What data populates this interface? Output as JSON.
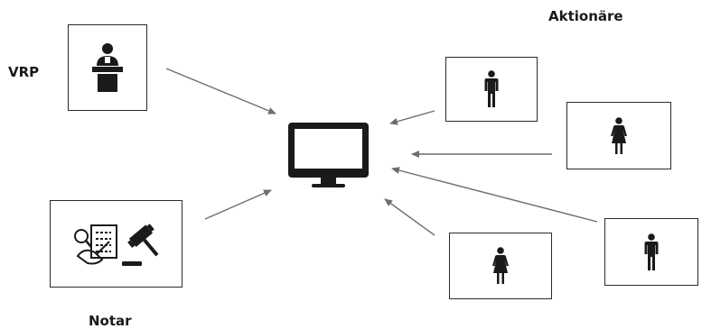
{
  "labels": {
    "vrp": "VRP",
    "shareholders": "Aktionäre",
    "notary": "Notar"
  },
  "participants": [
    {
      "role": "vrp",
      "icon": "speaker-at-podium-icon"
    },
    {
      "role": "notary",
      "icon": "notary-document-gavel-icon"
    },
    {
      "role": "shareholder",
      "gender": "male",
      "icon": "man-icon"
    },
    {
      "role": "shareholder",
      "gender": "female",
      "icon": "woman-icon"
    },
    {
      "role": "shareholder",
      "gender": "female",
      "icon": "woman-icon"
    },
    {
      "role": "shareholder",
      "gender": "male",
      "icon": "man-icon"
    }
  ],
  "hub": {
    "icon": "computer-monitor-icon"
  },
  "colors": {
    "ink": "#1a1a1a",
    "arrow": "#6e6e6e",
    "border": "#2b2b2b"
  }
}
